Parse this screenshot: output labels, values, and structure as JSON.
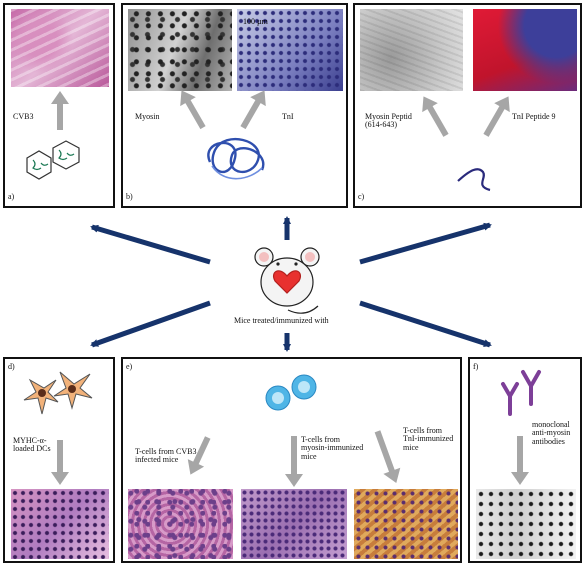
{
  "center": {
    "caption": "Mice treated/immunized with"
  },
  "panels": {
    "a": {
      "letter": "a)",
      "label": "CVB3"
    },
    "b": {
      "letter": "b)",
      "label_left": "Myosin",
      "label_right": "TnI",
      "scale_bar": "100 µm"
    },
    "c": {
      "letter": "c)",
      "label_left": "Myosin Peptid\n(614-643)",
      "label_right": "TnI Peptide 9"
    },
    "d": {
      "letter": "d)",
      "label": "MYHC-α-\nloaded DCs"
    },
    "e": {
      "letter": "e)",
      "label_1": "T-cells from CVB3\ninfected mice",
      "label_2": "T-cells from\nmyosin-immunized\nmice",
      "label_3": "T-cells from\nTnI-immunized\nmice"
    },
    "f": {
      "letter": "f)",
      "label": "monoclonal\nanti-myosin\nantibodies"
    }
  },
  "colors": {
    "arrow_navy": "#16336b",
    "arrow_grey": "#a6a6a6",
    "heart": "#e8312f",
    "protein": "#2f4fae",
    "tcell": "#4fb5e6",
    "antibody": "#7d3f98",
    "dc_cell": "#f2b27a"
  }
}
